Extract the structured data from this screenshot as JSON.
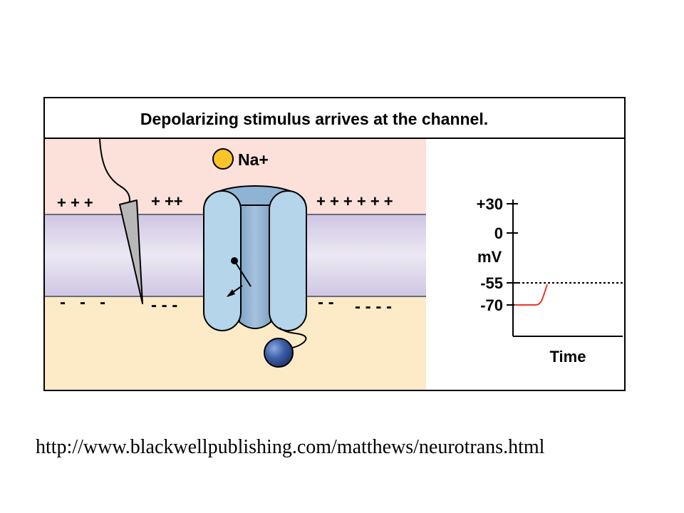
{
  "panel": {
    "title": "Depolarizing stimulus arrives at the channel.",
    "ion_label": "Na+"
  },
  "membrane": {
    "outside_charges": [
      "+ + +",
      "+ ++",
      "+ + + + + +"
    ],
    "inside_charges": [
      "-   -   -",
      "- - -",
      "- -",
      "- - - -"
    ]
  },
  "graph": {
    "ylabel": "mV",
    "xlabel": "Time",
    "ticks": [
      "+30",
      "0",
      "-55",
      "-70"
    ],
    "threshold_mV": -55,
    "resting_mV": -70
  },
  "footer": {
    "url": "http://www.blackwellpublishing.com/matthews/neurotrans.html"
  },
  "colors": {
    "extracellular": "#fbe1d9",
    "intracellular": "#fdebc8",
    "membrane": "#ddd6ec",
    "channel": "#b4d5ea",
    "channel_pore": "#8fb3d3",
    "ion": "#f8c42a",
    "ball": "#3d5fa8",
    "trace": "#e8382a"
  }
}
